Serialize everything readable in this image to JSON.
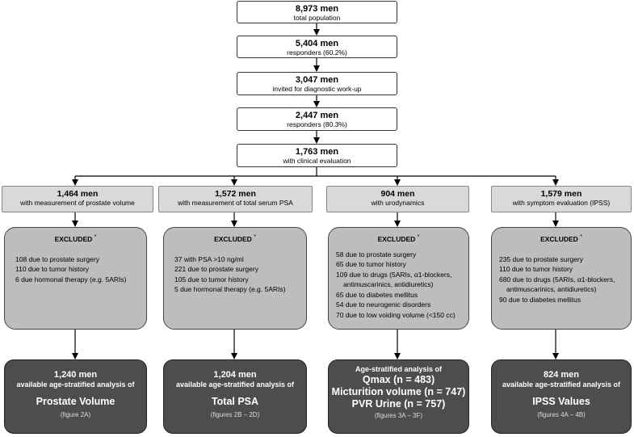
{
  "top_boxes": [
    {
      "count": "8,973 men",
      "desc": "total population"
    },
    {
      "count": "5,404 men",
      "desc": "responders (60.2%)"
    },
    {
      "count": "3,047 men",
      "desc": "invited for diagnostic work-up"
    },
    {
      "count": "2,447 men",
      "desc": "responders (80.3%)"
    },
    {
      "count": "1,763 men",
      "desc": "with clinical evaluation"
    }
  ],
  "branches": [
    {
      "count": "1,464 men",
      "desc": "with measurement of prostate volume",
      "excluded_title": "EXCLUDED",
      "excluded_mark": "*",
      "excluded_items": [
        "108 due to prostate surgery",
        "110 due to tumor history",
        "6 due hormonal therapy (e.g. 5ARIs)"
      ],
      "result_count": "1,240 men",
      "result_sub": "available age-stratified analysis of",
      "result_title": "Prostate Volume",
      "result_fig": "(figure 2A)"
    },
    {
      "count": "1,572 men",
      "desc": "with measurement of total serum PSA",
      "excluded_title": "EXCLUDED",
      "excluded_mark": "*",
      "excluded_items": [
        "37 with PSA >10 ng/ml",
        "221 due to prostate surgery",
        "105 due to tumor history",
        "5 due hormonal therapy (e.g. 5ARIs)"
      ],
      "result_count": "1,204 men",
      "result_sub": "available age-stratified analysis of",
      "result_title": "Total PSA",
      "result_fig": "(figures 2B – 2D)"
    },
    {
      "count": "904 men",
      "desc": "with urodynamics",
      "excluded_title": "EXCLUDED",
      "excluded_mark": "*",
      "excluded_items": [
        "58 due to prostate surgery",
        "65 due to tumor history",
        "109 due to drugs (5ARIs, α1-blockers,",
        "antimuscarinics, antidiuretics)",
        "65 due to diabetes mellitus",
        "54 due to neurogenic disorders",
        "70 due to low voiding volume (<150 cc)"
      ],
      "result_head": "Age-stratified analysis of",
      "result_line1": "Qmax (n = 483)",
      "result_line2": "Micturition volume (n = 747)",
      "result_line3": "PVR Urine (n = 757)",
      "result_fig": "(figures 3A – 3F)"
    },
    {
      "count": "1,579 men",
      "desc": "with symptom evaluation (IPSS)",
      "excluded_title": "EXCLUDED",
      "excluded_mark": "*",
      "excluded_items": [
        "235 due to prostate surgery",
        "110 due to tumor history",
        "680 due to drugs (5ARIs, α1-blockers,",
        "antimuscarinics, antidiuretics)",
        "90 due to diabetes mellitus"
      ],
      "result_count": "824 men",
      "result_sub": "available age-stratified analysis of",
      "result_title": "IPSS Values",
      "result_fig": "(figures 4A – 4B)"
    }
  ]
}
